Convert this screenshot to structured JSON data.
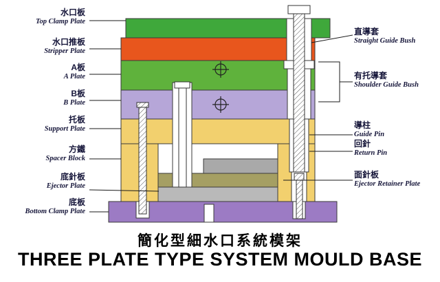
{
  "title": {
    "chinese": "簡化型細水口系統模架",
    "english": "THREE PLATE TYPE SYSTEM MOULD BASE"
  },
  "left_labels": [
    {
      "zh": "水口板",
      "en": "Top Clamp Plate"
    },
    {
      "zh": "水口推板",
      "en": "Stripper Plate"
    },
    {
      "zh": "A板",
      "en": "A Plate"
    },
    {
      "zh": "B板",
      "en": "B Plate"
    },
    {
      "zh": "托板",
      "en": "Support Plate"
    },
    {
      "zh": "方鐵",
      "en": "Spacer Block"
    },
    {
      "zh": "底針板",
      "en": "Ejector Plate"
    },
    {
      "zh": "底板",
      "en": "Bottom Clamp Plate"
    }
  ],
  "right_labels": [
    {
      "zh": "直導套",
      "en": "Straight Guide Bush"
    },
    {
      "zh": "有托導套",
      "en": "Shoulder Guide Bush"
    },
    {
      "zh": "導柱",
      "en": "Guide Pin"
    },
    {
      "zh": "回針",
      "en": "Return Pin"
    },
    {
      "zh": "面針板",
      "en": "Ejector Retainer Plate"
    }
  ],
  "colors": {
    "top_clamp_plate": "#3fa83b",
    "stripper_plate": "#e8561d",
    "a_plate": "#5fb23c",
    "b_plate": "#b6a6d8",
    "support_plate": "#f2d06e",
    "spacer_block": "#f2d06e",
    "ejector_retainer_plate": "#a59f63",
    "ejector_plate": "#b9b9b9",
    "bottom_clamp_plate": "#9c7bc4",
    "guide_block": "#a9a9a9"
  }
}
